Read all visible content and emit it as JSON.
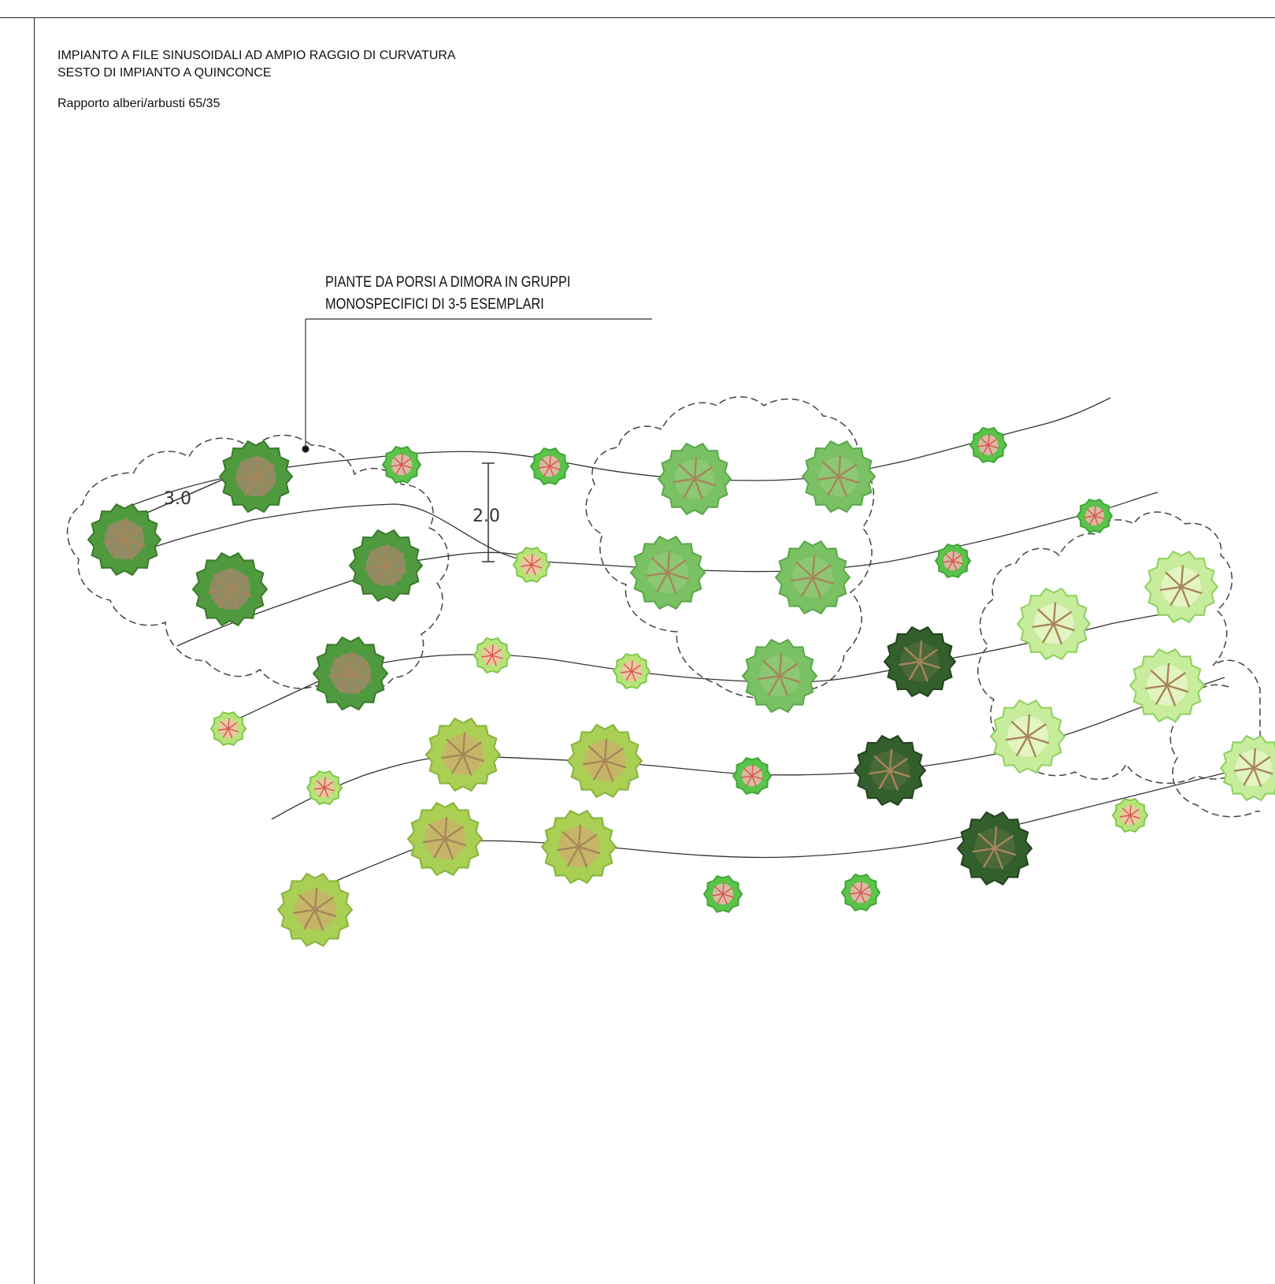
{
  "header": {
    "title_line1": "IMPIANTO A FILE SINUSOIDALI AD AMPIO RAGGIO DI CURVATURA",
    "title_line2": "SESTO DI IMPIANTO A QUINCONCE",
    "ratio_note": "Rapporto alberi/arbusti 65/35"
  },
  "callout": {
    "line1": "PIANTE DA PORSI A DIMORA IN GRUPPI",
    "line2": "MONOSPECIFICI DI 3-5 ESEMPLARI"
  },
  "dimensions": {
    "tree_spacing": "3.0",
    "row_spacing": "2.0"
  },
  "colors": {
    "dark_green": "#4f9a3e",
    "medium_green": "#79c163",
    "light_green": "#c6ec9c",
    "very_dark_green": "#335f2c",
    "yellow_green": "#a9cf55",
    "shrub_green": "#5cc34a",
    "shrub_light": "#b8e37a",
    "trunk_brown": "#a9855a"
  }
}
